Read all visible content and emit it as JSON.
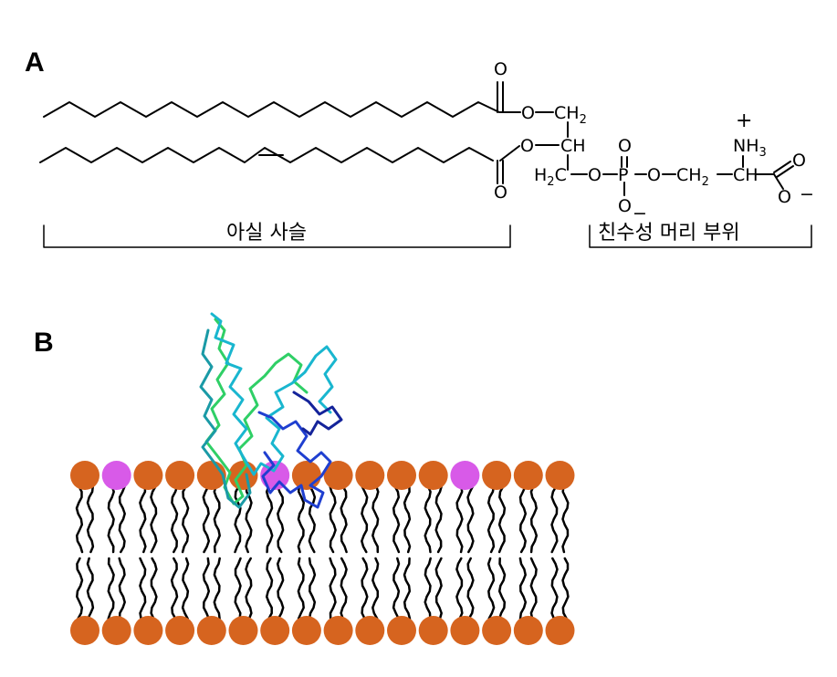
{
  "panels": {
    "a": {
      "label": "A",
      "bracket_acyl": "아실 사슬",
      "bracket_head": "친수성 머리 부위",
      "atoms": {
        "o_carbonyl_top": "O",
        "o_ester_top": "O",
        "ch2_top": "CH",
        "ch2_top_sub": "2",
        "o_ester_mid": "O",
        "ch_mid": "CH",
        "h2c": "H",
        "h2c_sub": "2",
        "h2c_c": "C",
        "o_carbonyl_bottom": "O",
        "o_link1": "O",
        "p": "P",
        "o_p_top": "O",
        "o_p_bottom": "O",
        "o_p_minus": "−",
        "o_link2": "O",
        "ch2_ser": "CH",
        "ch2_ser_sub": "2",
        "ch_ser": "CH",
        "nh3": "NH",
        "nh3_sub": "3",
        "plus": "+",
        "o_carboxyl_top": "O",
        "o_carboxyl_bottom": "O",
        "carboxyl_minus": "−"
      }
    },
    "b": {
      "label": "B",
      "top_heads": [
        "orange",
        "magenta",
        "orange",
        "orange",
        "orange",
        "orange",
        "magenta",
        "orange",
        "orange",
        "orange",
        "orange",
        "orange",
        "magenta",
        "orange",
        "orange",
        "orange"
      ],
      "bottom_heads": [
        "orange",
        "orange",
        "orange",
        "orange",
        "orange",
        "orange",
        "orange",
        "orange",
        "orange",
        "orange",
        "orange",
        "orange",
        "orange",
        "orange",
        "orange",
        "orange"
      ]
    }
  },
  "colors": {
    "orange": "#d6641f",
    "magenta": "#d85ae8",
    "tail": "#000000",
    "protein_green": "#2fcf66",
    "protein_cyan": "#19b6cf",
    "protein_teal": "#1a9aa6",
    "protein_blue": "#1f3fd0",
    "protein_navy": "#14239a"
  }
}
